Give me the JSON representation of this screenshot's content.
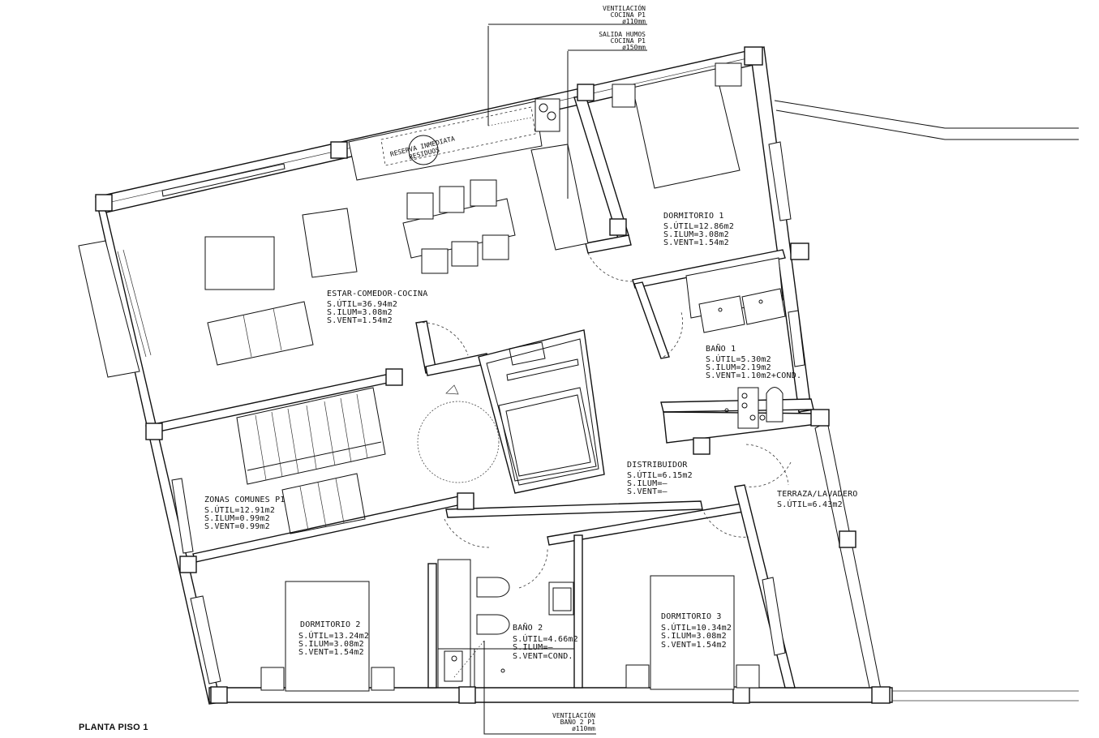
{
  "page_title": "PLANTA PISO 1",
  "callouts": {
    "vent_cocina": [
      "VENTILACIÓN",
      "COCINA P1",
      "ø110mm"
    ],
    "salida_humos": [
      "SALIDA HUMOS",
      "COCINA P1",
      "ø150mm"
    ],
    "vent_bano2": [
      "VENTILACIÓN",
      "BAÑO 2 P1",
      "ø110mm"
    ],
    "reserva": [
      "RESERVA INMEDIATA",
      "RESIDUOS"
    ]
  },
  "rooms": [
    {
      "name": "ESTAR-COMEDOR-COCINA",
      "lines": [
        "S.ÚTIL=36.94m2",
        "S.ILUM=3.08m2",
        "S.VENT=1.54m2"
      ]
    },
    {
      "name": "DORMITORIO  1",
      "lines": [
        "S.ÚTIL=12.86m2",
        "S.ILUM=3.08m2",
        "S.VENT=1.54m2"
      ]
    },
    {
      "name": "BAÑO  1",
      "lines": [
        "S.ÚTIL=5.30m2",
        "S.ILUM=2.19m2",
        "S.VENT=1.10m2+COND."
      ]
    },
    {
      "name": "DISTRIBUIDOR",
      "lines": [
        "S.ÚTIL=6.15m2",
        "S.ILUM=–",
        "S.VENT=–"
      ]
    },
    {
      "name": "TERRAZA/LAVADERO",
      "lines": [
        "S.ÚTIL=6.43m2"
      ]
    },
    {
      "name": "ZONAS  COMUNES  P1",
      "lines": [
        "S.ÚTIL=12.91m2",
        "S.ILUM=0.99m2",
        "S.VENT=0.99m2"
      ]
    },
    {
      "name": "DORMITORIO  2",
      "lines": [
        "S.ÚTIL=13.24m2",
        "S.ILUM=3.08m2",
        "S.VENT=1.54m2"
      ]
    },
    {
      "name": "BAÑO  2",
      "lines": [
        "S.ÚTIL=4.66m2",
        "S.ILUM=–",
        "S.VENT=COND."
      ]
    },
    {
      "name": "DORMITORIO  3",
      "lines": [
        "S.ÚTIL=10.34m2",
        "S.ILUM=3.08m2",
        "S.VENT=1.54m2"
      ]
    }
  ]
}
